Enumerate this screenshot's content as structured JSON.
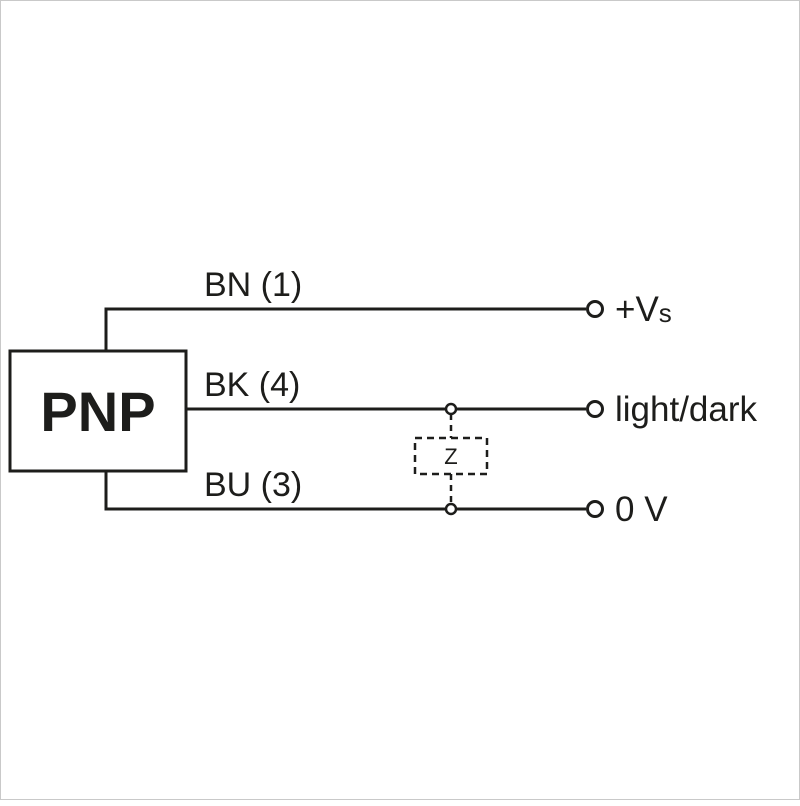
{
  "diagram": {
    "device_label": "PNP",
    "wires": [
      {
        "label": "BN (1)",
        "terminal": "+V",
        "terminal_sub": "s"
      },
      {
        "label": "BK (4)",
        "terminal": "light/dark",
        "terminal_sub": ""
      },
      {
        "label": "BU (3)",
        "terminal": "0 V",
        "terminal_sub": ""
      }
    ],
    "load_label": "Z",
    "colors": {
      "line": "#1d1d1b",
      "background": "#ffffff"
    }
  }
}
